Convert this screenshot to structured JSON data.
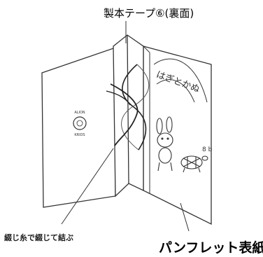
{
  "labels": {
    "binding_tape": "製本テープ⑥(裏面)",
    "thread": "綴じ糸で綴じて結ぶ",
    "pamphlet_cover": "パンフレット表紙"
  },
  "cover_art": {
    "title_text": "はぎとかぬ",
    "stamp_line1": "ALION",
    "stamp_line2": "KRIDS",
    "signature": "8 b"
  },
  "colors": {
    "line": "#333333",
    "text": "#000000",
    "background": "#ffffff"
  }
}
